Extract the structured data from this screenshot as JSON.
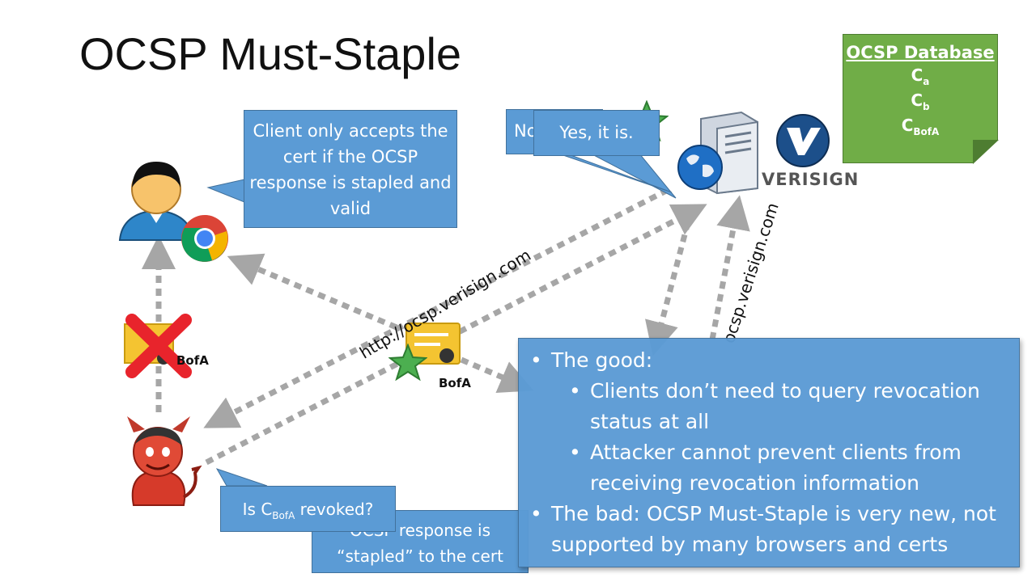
{
  "slide": {
    "title": "OCSP Must-Staple"
  },
  "ocsp_database": {
    "title": "OCSP Database",
    "items": [
      {
        "base": "C",
        "sub": "a"
      },
      {
        "base": "C",
        "sub": "b"
      },
      {
        "base": "C",
        "sub": "BofA"
      }
    ]
  },
  "callouts": {
    "client": "Client only accepts the cert if the OCSP response is stapled and valid",
    "no_partial": "No",
    "yes": "Yes, it is.",
    "revoked_prefix": "Is C",
    "revoked_sub": "BofA",
    "revoked_suffix": " revoked?",
    "stapled": "OCSP response is “stapled” to the cert"
  },
  "labels": {
    "verisign": "VERISIGN",
    "url_diagonal": "http://ocsp.verisign.com",
    "url_vertical": "ocsp.verisign.com",
    "bofa_cert": "BofA",
    "bofa_blocked": "BofA"
  },
  "bullets": {
    "good_heading": "The good:",
    "good_1": "Clients don’t need to query revocation status at all",
    "good_2": "Attacker cannot prevent clients from receiving revocation information",
    "bad": "The bad: OCSP Must-Staple is very new, not supported by many browsers and certs"
  },
  "colors": {
    "callout_blue": "#5b9bd5",
    "db_green": "#70ad47",
    "arrow_gray": "#a6a6a6",
    "x_red": "#e8242c"
  },
  "icons": [
    "user-icon",
    "chrome-icon",
    "devil-icon",
    "server-icon",
    "globe-icon",
    "verisign-logo-icon",
    "certificate-icon",
    "star-icon",
    "red-x-icon"
  ]
}
